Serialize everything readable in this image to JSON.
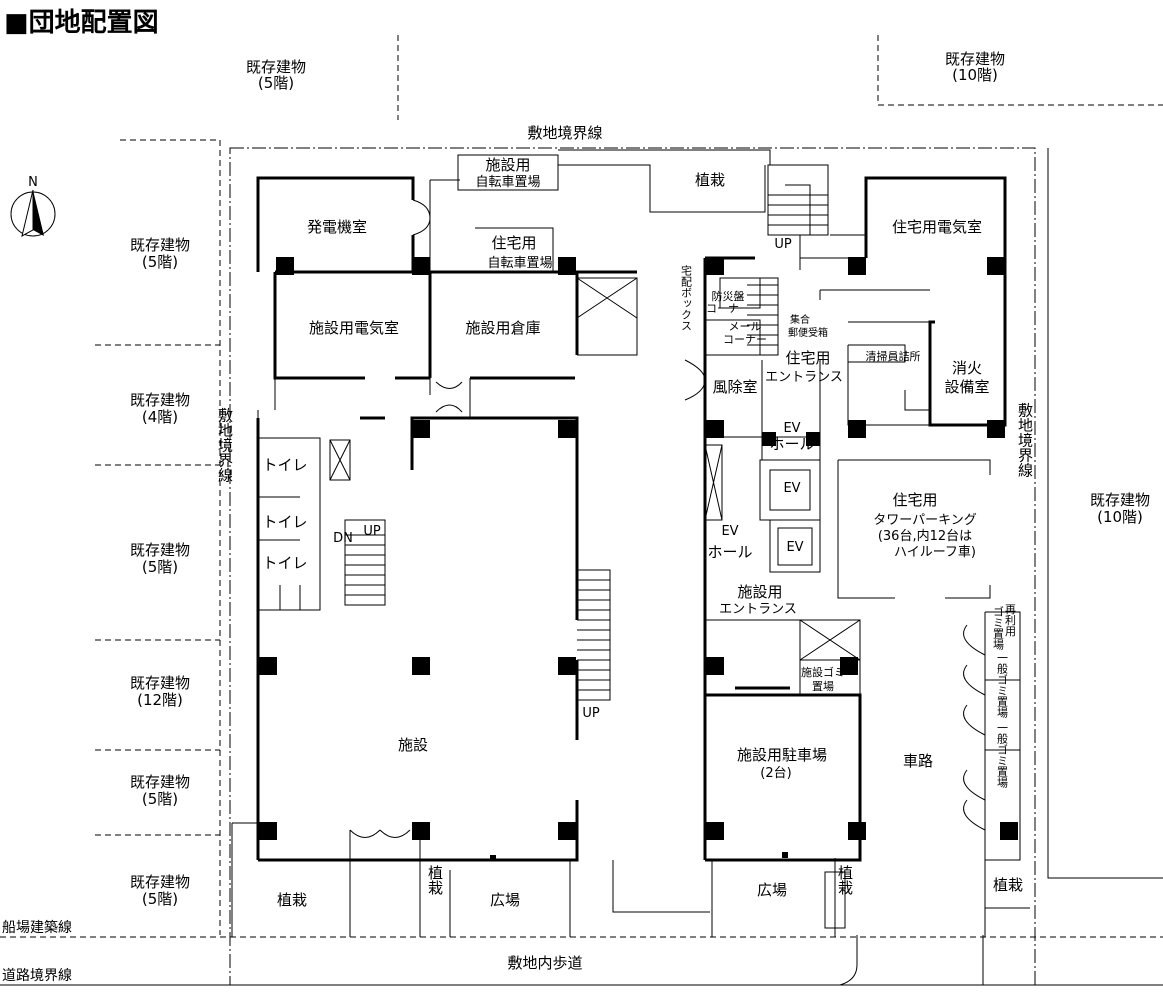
{
  "title": "■団地配置図",
  "existing": {
    "label": "既存建物",
    "f5": "(5階)",
    "f10": "(10階)",
    "f4": "(4階)",
    "f12": "(12階)"
  },
  "boundaries": {
    "site_boundary": "敷地境界線",
    "setback_line": "船場建築線",
    "road_boundary": "道路境界線",
    "site_walkway": "敷地内歩道"
  },
  "compass": {
    "north": "N"
  },
  "rooms": {
    "bike_facility": [
      "施設用",
      "自転車置場"
    ],
    "planting": "植栽",
    "generator_room": "発電機室",
    "bike_residential": [
      "住宅用",
      "自転車置場"
    ],
    "facility_electrical": "施設用電気室",
    "facility_storage": "施設用倉庫",
    "toilet": "トイレ",
    "dn": "DN",
    "up": "UP",
    "facility": "施設",
    "residential_electrical": "住宅用電気室",
    "disaster_panel": [
      "防災盤",
      "コーナー"
    ],
    "delivery_box": "宅配ボックス",
    "mail_corner": [
      "メール",
      "コーナー"
    ],
    "mailboxes": [
      "集合",
      "郵便受箱"
    ],
    "residential_entrance": [
      "住宅用",
      "エントランス"
    ],
    "cleaner_room": "清掃員詰所",
    "fire_equipment": [
      "消火",
      "設備室"
    ],
    "windbreak": "風除室",
    "ev_hall": [
      "EV",
      "ホール"
    ],
    "ev": "EV",
    "tower_parking": [
      "住宅用",
      "タワーパーキング",
      "(36台,内12台は",
      "ハイルーフ車)"
    ],
    "facility_entrance": [
      "施設用",
      "エントランス"
    ],
    "facility_garbage": [
      "施設ゴミ",
      "置場"
    ],
    "facility_parking": [
      "施設用駐車場",
      "(2台)"
    ],
    "driveway": "車路",
    "recycle_garbage": [
      "再利用",
      "ゴミ置場"
    ],
    "general_garbage": "一般ゴミ置場",
    "plaza": "広場"
  }
}
